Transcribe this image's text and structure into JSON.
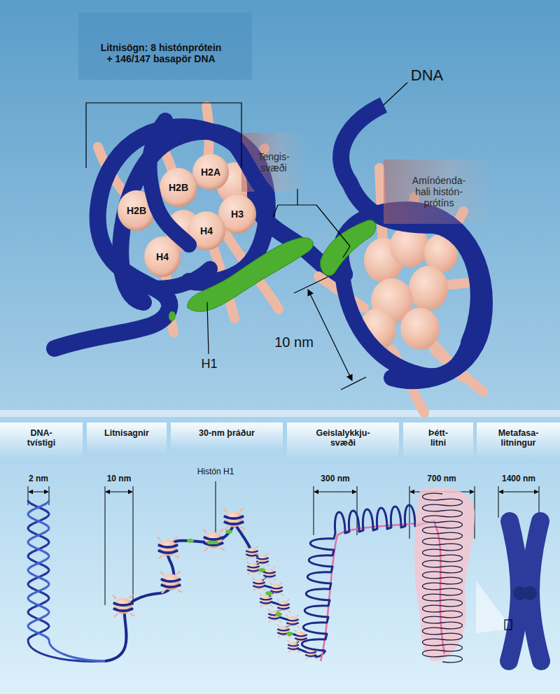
{
  "diagram": {
    "nodes": [
      {
        "text": [
          "Tengis- svæði"
        ]
      },
      {
        "text": [
          "Amínóenda- hali histón- prótíns"
        ]
      },
      {
        "text": [
          "H2A"
        ]
      },
      {
        "text": [
          "H2B"
        ]
      },
      {
        "text": [
          "H2B"
        ]
      },
      {
        "text": [
          "H3"
        ]
      },
      {
        "text": [
          "H4"
        ]
      },
      {
        "text": [
          "H4"
        ]
      },
      {
        "text": [
          "DNA- tvístigi"
        ]
      },
      {
        "text": [
          "Litnisagnir"
        ]
      },
      {
        "text": [
          "30-nm þráður"
        ]
      },
      {
        "text": [
          "Geislalykkju- svæði"
        ]
      },
      {
        "text": [
          "Þétt- litni"
        ]
      },
      {
        "text": [
          "Metafasa- litningur"
        ]
      }
    ],
    "labels": [
      "Litnisögn: 8 histónprótein + 146/147 basapör DNA",
      "DNA",
      "10 nm",
      "H1",
      "2 nm",
      "10 nm",
      "Histón H1",
      "300 nm",
      "700 nm",
      "1400 nm"
    ]
  }
}
